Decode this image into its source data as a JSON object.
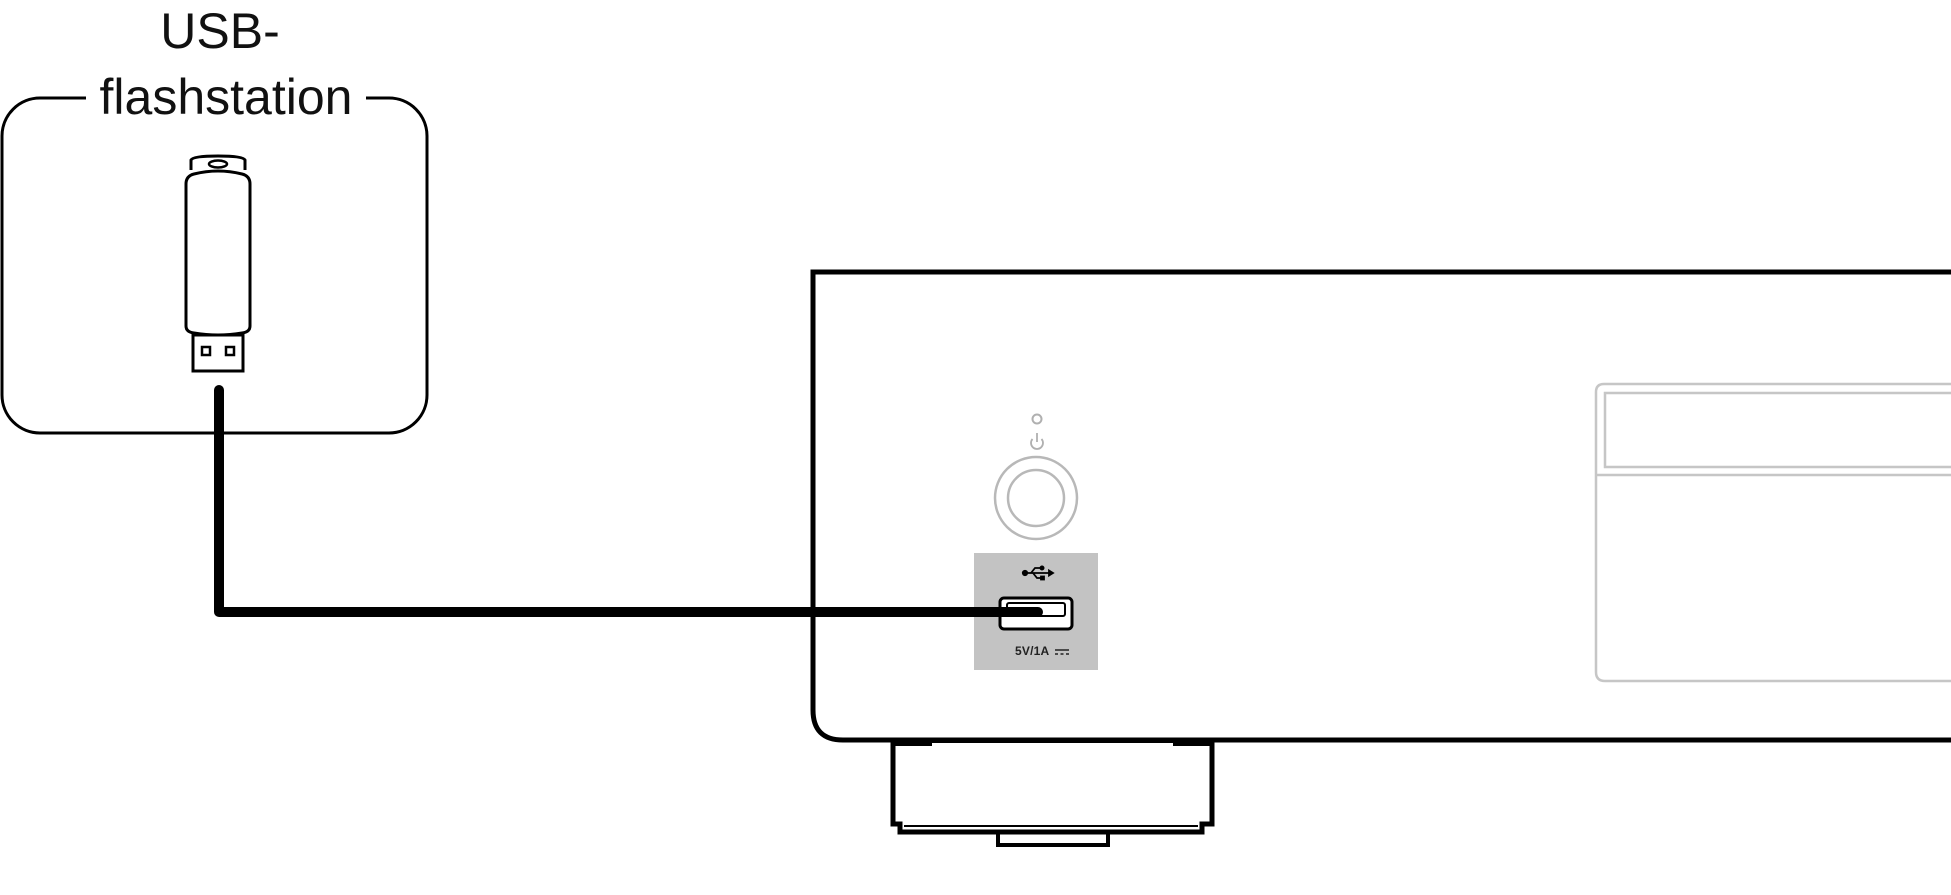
{
  "callout": {
    "title_line1": "USB-",
    "title_line2": "flashstation"
  },
  "usb_port": {
    "rating_label": "5V/1A",
    "symbol": "usb-trident-icon",
    "dc_symbol": "dc-symbol-icon"
  },
  "device": {
    "power_button": "power-icon",
    "standby_indicator": "indicator-led"
  },
  "colors": {
    "line": "#000000",
    "panel_outline": "#c6c6c6",
    "port_plate": "#c3c3c3"
  }
}
